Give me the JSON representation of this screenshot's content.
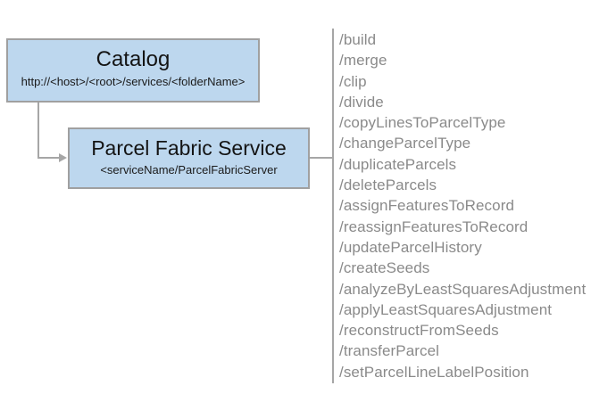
{
  "diagram": {
    "catalog_box": {
      "title": "Catalog",
      "subtitle": "http://<host>/<root>/services/<folderName>"
    },
    "service_box": {
      "title": "Parcel Fabric Service",
      "subtitle": "<serviceName/ParcelFabricServer"
    },
    "endpoints": [
      "/build",
      "/merge",
      "/clip",
      "/divide",
      "/copyLinesToParcelType",
      "/changeParcelType",
      "/duplicateParcels",
      "/deleteParcels",
      "/assignFeaturesToRecord",
      "/reassignFeaturesToRecord",
      "/updateParcelHistory",
      "/createSeeds",
      "/analyzeByLeastSquaresAdjustment",
      "/applyLeastSquaresAdjustment",
      "/reconstructFromSeeds",
      "/transferParcel",
      "/setParcelLineLabelPosition"
    ],
    "colors": {
      "box_fill": "#bdd7ee",
      "box_border": "#a0a0a0",
      "connector_gray": "#a6a6a6",
      "endpoint_text": "#8a8a8a",
      "title_text": "#141414"
    }
  }
}
